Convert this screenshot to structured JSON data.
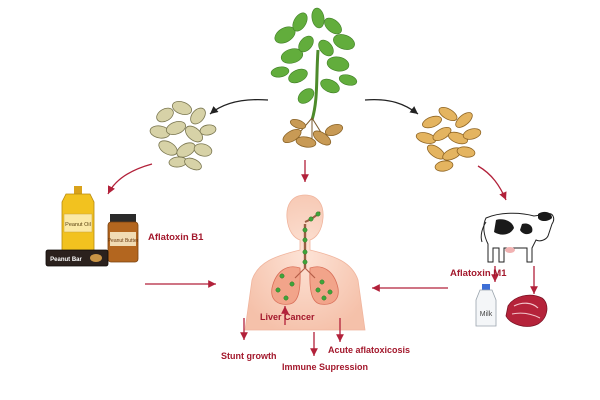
{
  "labels": {
    "aflatoxin_b1": "Aflatoxin B1",
    "aflatoxin_m1": "Aflatoxin M1",
    "stunt_growth": "Stunt growth",
    "liver_cancer": "Liver Cancer",
    "immune_supression": "Immune Supression",
    "acute_aflatoxicosis": "Acute aflatoxicosis"
  },
  "product_labels": {
    "peanut_oil": "Peanut Oil",
    "peanut_butter": "Peanut Butter",
    "peanut_bar": "Peanut Bar",
    "milk": "Milk"
  },
  "colors": {
    "arrow_red": "#b2213a",
    "arrow_black": "#222222",
    "leaf_green": "#5fa83a",
    "body_skin": "#f6c6b0",
    "lung": "#f2a48a"
  }
}
